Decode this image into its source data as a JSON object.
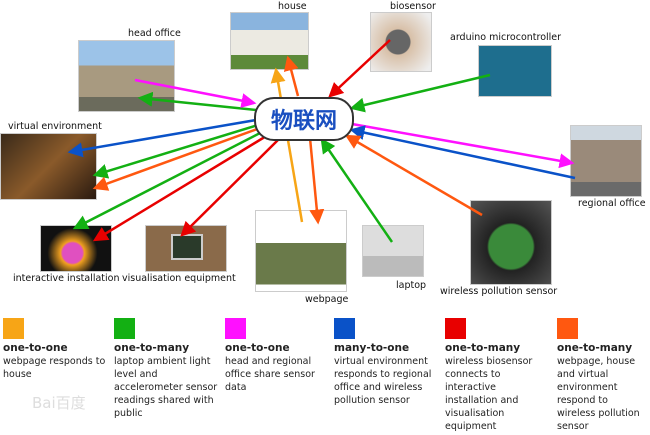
{
  "hub": {
    "label": "物联网"
  },
  "nodes": {
    "head_office": "head office",
    "house": "house",
    "biosensor": "biosensor",
    "arduino": "arduino microcontroller",
    "virtual_environment": "virtual environment",
    "regional_office": "regional office",
    "interactive_installation": "interactive installation",
    "visualisation_equipment": "visualisation equipment",
    "webpage": "webpage",
    "laptop": "laptop",
    "wireless_pollution_sensor": "wireless pollution sensor"
  },
  "colors": {
    "orange": "#f7a516",
    "green": "#13b013",
    "magenta": "#ff10ff",
    "blue": "#0a52c8",
    "red": "#e80000",
    "orange_red": "#ff5810"
  },
  "legend": [
    {
      "color": "#f7a516",
      "title": "one-to-one",
      "text": "webpage responds to house"
    },
    {
      "color": "#13b013",
      "title": "one-to-many",
      "text": "laptop ambient light level and accelerometer sensor readings shared with public"
    },
    {
      "color": "#ff10ff",
      "title": "one-to-one",
      "text": "head and regional office share sensor data"
    },
    {
      "color": "#0a52c8",
      "title": "many-to-one",
      "text": "virtual environment responds to regional office and wireless pollution sensor"
    },
    {
      "color": "#e80000",
      "title": "one-to-many",
      "text": "wireless biosensor connects to interactive installation and visualisation equipment"
    },
    {
      "color": "#ff5810",
      "title": "one-to-many",
      "text": "webpage, house and virtual environment respond to wireless pollution sensor"
    }
  ],
  "watermark": "Bai百度"
}
